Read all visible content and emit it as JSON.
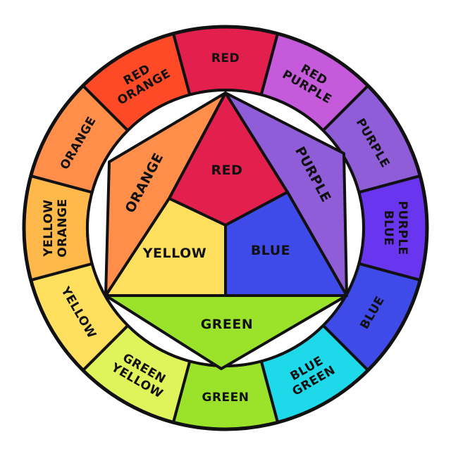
{
  "outer_ring": [
    {
      "label": [
        "RED"
      ],
      "color": "#E31F4E"
    },
    {
      "label": [
        "RED",
        "PURPLE"
      ],
      "color": "#C55BDA"
    },
    {
      "label": [
        "PURPLE"
      ],
      "color": "#8F5DD8"
    },
    {
      "label": [
        "PURPLE",
        "BLUE"
      ],
      "color": "#6A35EE"
    },
    {
      "label": [
        "BLUE"
      ],
      "color": "#3F4BE8"
    },
    {
      "label": [
        "BLUE",
        "GREEN"
      ],
      "color": "#1ED9E9"
    },
    {
      "label": [
        "GREEN"
      ],
      "color": "#9BE32B"
    },
    {
      "label": [
        "GREEN",
        "YELLOW"
      ],
      "color": "#DEF45A"
    },
    {
      "label": [
        "YELLOW"
      ],
      "color": "#FFDF5E"
    },
    {
      "label": [
        "YELLOW",
        "ORANGE"
      ],
      "color": "#FFB84A"
    },
    {
      "label": [
        "ORANGE"
      ],
      "color": "#FF8E4A"
    },
    {
      "label": [
        "RED",
        "ORANGE"
      ],
      "color": "#FF4A28"
    }
  ],
  "inner": {
    "red": {
      "label": "RED",
      "color": "#E31F4E"
    },
    "purple": {
      "label": "PURPLE",
      "color": "#8F5DD8"
    },
    "blue": {
      "label": "BLUE",
      "color": "#3F4BE8"
    },
    "green": {
      "label": "GREEN",
      "color": "#9BE32B"
    },
    "yellow": {
      "label": "YELLOW",
      "color": "#FFDF5E"
    },
    "orange": {
      "label": "ORANGE",
      "color": "#FF8E4A"
    }
  }
}
